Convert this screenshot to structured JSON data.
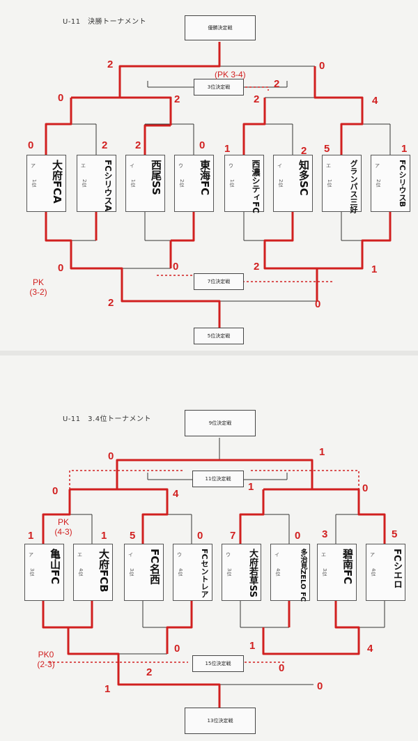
{
  "sheet1": {
    "header": "U-11　決勝トーナメント",
    "places": {
      "champion": "優勝決定戦",
      "third": "3位決定戦",
      "seventh": "7位決定戦",
      "fifth": "5位決定戦"
    },
    "teams": [
      {
        "slot": "ア",
        "seed": "1位",
        "name": "大府FCA"
      },
      {
        "slot": "エ",
        "seed": "2位",
        "name": "FCシリウスA"
      },
      {
        "slot": "イ",
        "seed": "1位",
        "name": "西尾SS"
      },
      {
        "slot": "ウ",
        "seed": "2位",
        "name": "東海FC"
      },
      {
        "slot": "ウ",
        "seed": "1位",
        "name": "西濃シティFC"
      },
      {
        "slot": "イ",
        "seed": "2位",
        "name": "知多SC"
      },
      {
        "slot": "エ",
        "seed": "1位",
        "name": "グランパス三好"
      },
      {
        "slot": "ア",
        "seed": "2位",
        "name": "FCシリウスB"
      }
    ],
    "scores": {
      "r1": [
        "0",
        "2",
        "2",
        "0",
        "1",
        "2",
        "5",
        "1"
      ],
      "r2": [
        "0",
        "2",
        "2",
        "4"
      ],
      "final": [
        "2",
        "0"
      ],
      "third": "2",
      "lower": [
        "0",
        "0",
        "2",
        "1"
      ],
      "fifth": [
        "2",
        "0"
      ]
    },
    "pk_top": "(PK 3-4)",
    "pk_left": [
      "PK",
      "(3-2)"
    ]
  },
  "sheet2": {
    "header": "U-11　3.4位トーナメント",
    "places": {
      "ninth": "9位決定戦",
      "eleventh": "11位決定戦",
      "fifteenth": "15位決定戦",
      "thirteenth": "13位決定戦"
    },
    "teams": [
      {
        "slot": "ア",
        "seed": "3位",
        "name": "亀山FC"
      },
      {
        "slot": "エ",
        "seed": "4位",
        "name": "大府FCB"
      },
      {
        "slot": "イ",
        "seed": "3位",
        "name": "FC名西"
      },
      {
        "slot": "ウ",
        "seed": "4位",
        "name": "FCセントレア"
      },
      {
        "slot": "ウ",
        "seed": "3位",
        "name": "大府若草SS"
      },
      {
        "slot": "イ",
        "seed": "4位",
        "name": "多治見ZELO FC"
      },
      {
        "slot": "エ",
        "seed": "3位",
        "name": "碧南FC"
      },
      {
        "slot": "ア",
        "seed": "4位",
        "name": "FCシエロ"
      }
    ],
    "scores": {
      "r1": [
        "1",
        "1",
        "5",
        "0",
        "7",
        "0",
        "3",
        "5"
      ],
      "r2": [
        "0",
        "4",
        "1",
        "0"
      ],
      "final": [
        "0",
        "1"
      ],
      "lower": [
        "0",
        "2",
        "1",
        "4"
      ],
      "fifteenth": [
        "0"
      ],
      "thirteenth": [
        "1",
        "0"
      ]
    },
    "pk_mid": [
      "PK",
      "(4-3)"
    ],
    "pk_low": [
      "PK0",
      "(2-3)"
    ]
  }
}
